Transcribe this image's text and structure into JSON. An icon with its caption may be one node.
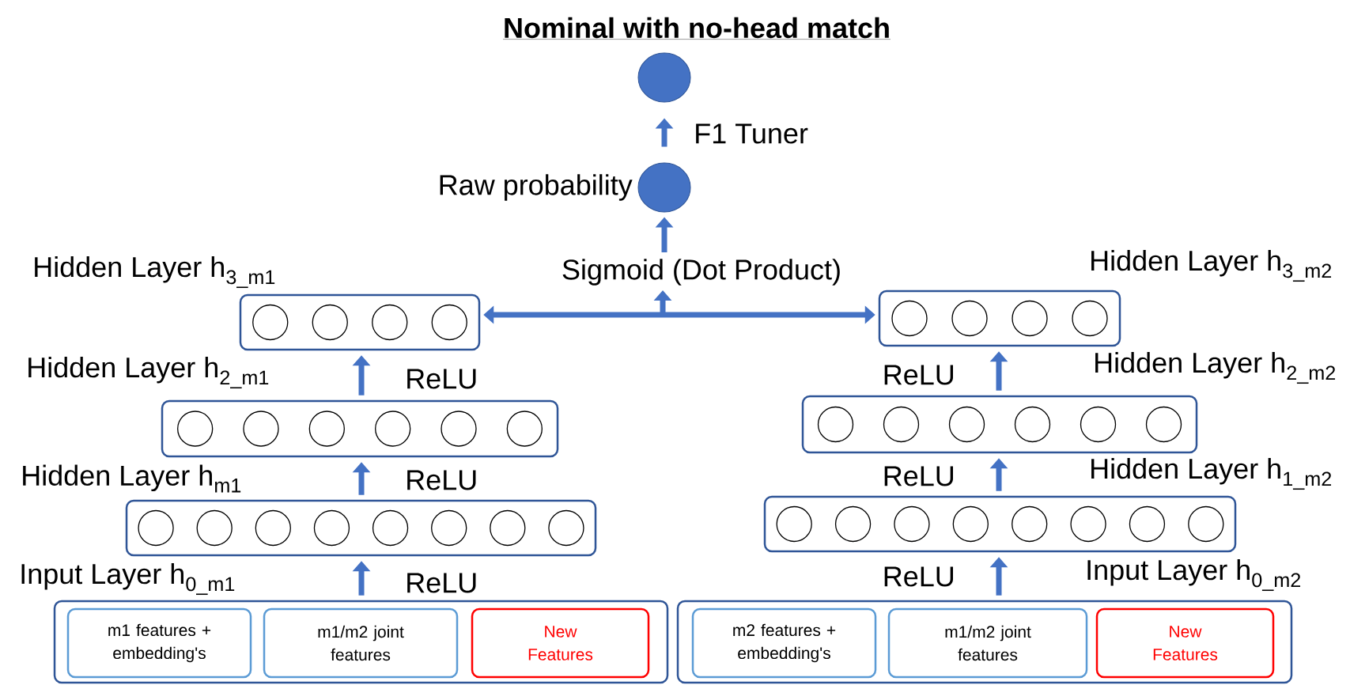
{
  "diagram": {
    "title": "Nominal with no-head match",
    "nodes": [
      {
        "text": [],
        "shape": "circle"
      },
      {
        "text": [],
        "shape": "circle",
        "beside": [
          "Raw probability"
        ]
      },
      {
        "text": [
          "Sigmoid (Dot Product)"
        ]
      },
      {
        "text": [
          "Hidden Layer h$_{3_m1}$"
        ]
      },
      {
        "text": [],
        "shape": "circle",
        "in": 3
      },
      {
        "text": [],
        "shape": "circle",
        "in": 3
      },
      {
        "text": [],
        "shape": "circle",
        "in": 3
      },
      {
        "text": [],
        "shape": "circle",
        "in": 3
      },
      {
        "text": [
          "Hidden Layer h$_{2_m1}$"
        ]
      },
      {
        "text": [],
        "shape": "circle",
        "in": 8
      },
      {
        "text": [],
        "shape": "circle",
        "in": 8
      },
      {
        "text": [],
        "shape": "circle",
        "in": 8
      },
      {
        "text": [],
        "shape": "circle",
        "in": 8
      },
      {
        "text": [],
        "shape": "circle",
        "in": 8
      },
      {
        "text": [],
        "shape": "circle",
        "in": 8
      },
      {
        "text": [
          "Hidden Layer h$_{m1}$"
        ]
      },
      {
        "text": [],
        "shape": "circle",
        "in": 15
      },
      {
        "text": [],
        "shape": "circle",
        "in": 15
      },
      {
        "text": [],
        "shape": "circle",
        "in": 15
      },
      {
        "text": [],
        "shape": "circle",
        "in": 15
      },
      {
        "text": [],
        "shape": "circle",
        "in": 15
      },
      {
        "text": [],
        "shape": "circle",
        "in": 15
      },
      {
        "text": [],
        "shape": "circle",
        "in": 15
      },
      {
        "text": [],
        "shape": "circle",
        "in": 15
      },
      {
        "text": [
          "Input Layer h$_{0_m1}$"
        ]
      },
      {
        "text": [
          "m1 features + embedding's"
        ],
        "in": 24
      },
      {
        "text": [
          "m1/m2 joint features"
        ],
        "in": 24
      },
      {
        "text": [
          "New Features"
        ],
        "in": 24
      },
      {
        "text": [
          "Hidden Layer h$_{3_m2}$"
        ]
      },
      {
        "text": [],
        "shape": "circle",
        "in": 28
      },
      {
        "text": [],
        "shape": "circle",
        "in": 28
      },
      {
        "text": [],
        "shape": "circle",
        "in": 28
      },
      {
        "text": [],
        "shape": "circle",
        "in": 28
      },
      {
        "text": [
          "Hidden Layer h$_{2_m2}$"
        ]
      },
      {
        "text": [],
        "shape": "circle",
        "in": 33
      },
      {
        "text": [],
        "shape": "circle",
        "in": 33
      },
      {
        "text": [],
        "shape": "circle",
        "in": 33
      },
      {
        "text": [],
        "shape": "circle",
        "in": 33
      },
      {
        "text": [],
        "shape": "circle",
        "in": 33
      },
      {
        "text": [],
        "shape": "circle",
        "in": 33
      },
      {
        "text": [
          "Hidden Layer h$_{1_m2}$"
        ]
      },
      {
        "text": [],
        "shape": "circle",
        "in": 40
      },
      {
        "text": [],
        "shape": "circle",
        "in": 40
      },
      {
        "text": [],
        "shape": "circle",
        "in": 40
      },
      {
        "text": [],
        "shape": "circle",
        "in": 40
      },
      {
        "text": [],
        "shape": "circle",
        "in": 40
      },
      {
        "text": [],
        "shape": "circle",
        "in": 40
      },
      {
        "text": [],
        "shape": "circle",
        "in": 40
      },
      {
        "text": [],
        "shape": "circle",
        "in": 40
      },
      {
        "text": [
          "Input Layer h$_{0_m2}$"
        ]
      },
      {
        "text": [
          "m2 features + embedding's"
        ],
        "in": 49
      },
      {
        "text": [
          "m1/m2 joint features"
        ],
        "in": 49
      },
      {
        "text": [
          "New Features"
        ],
        "in": 49
      }
    ],
    "edges": [
      {
        "from": 1,
        "to": 0,
        "arrow": "to",
        "label": "F1 Tuner"
      },
      {
        "from": 2,
        "to": 1,
        "arrow": "to"
      },
      {
        "from": null,
        "to": 2,
        "arrow": "to"
      },
      {
        "from": 3,
        "to": 28,
        "arrow": "both"
      },
      {
        "from": 24,
        "to": 15,
        "arrow": "to",
        "label": "ReLU"
      },
      {
        "from": 15,
        "to": 8,
        "arrow": "to",
        "label": "ReLU"
      },
      {
        "from": 8,
        "to": 3,
        "arrow": "to",
        "label": "ReLU"
      },
      {
        "from": 49,
        "to": 40,
        "arrow": "to",
        "label": "ReLU"
      },
      {
        "from": 40,
        "to": 33,
        "arrow": "to",
        "label": "ReLU"
      },
      {
        "from": 33,
        "to": 28,
        "arrow": "to",
        "label": "ReLU"
      }
    ]
  }
}
